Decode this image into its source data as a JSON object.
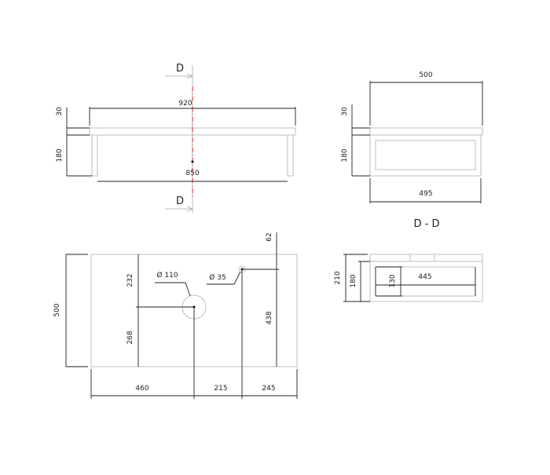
{
  "section_label": "D",
  "section_title": "D - D",
  "front_view": {
    "width_top": "920",
    "width_legs": "850",
    "top_thickness": "30",
    "body_height": "180"
  },
  "side_view": {
    "depth_top": "500",
    "depth_body": "495",
    "top_thickness": "30",
    "body_height": "180"
  },
  "section_view": {
    "total_height": "210",
    "body_height": "180",
    "inner_height": "130",
    "inner_width": "445"
  },
  "plan_view": {
    "depth": "500",
    "hole_from_back": "232",
    "hole_from_front": "268",
    "large_hole_diameter": "Ø 110",
    "small_hole_diameter": "Ø 35",
    "small_hole_from_back": "62",
    "small_hole_from_front": "438",
    "dist_left": "460",
    "dist_middle": "215",
    "dist_right": "245"
  },
  "colors": {
    "section_line": "#cc2222",
    "part_outline": "#bdbdbd",
    "dimension": "#222222"
  }
}
